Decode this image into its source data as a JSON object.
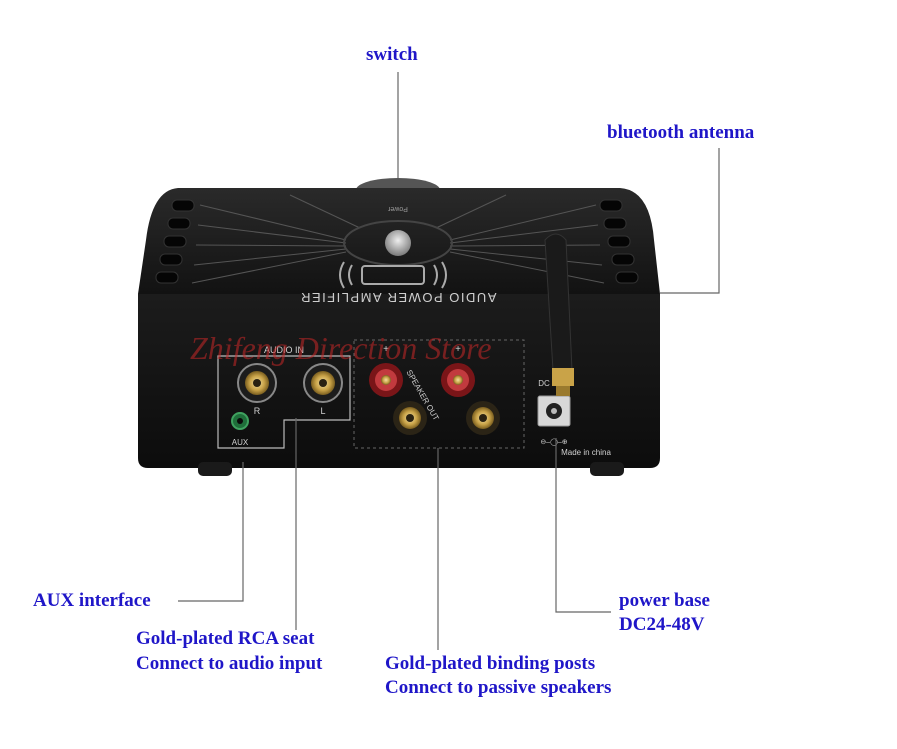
{
  "labels": {
    "switch": "switch",
    "antenna": "bluetooth antenna",
    "aux": "AUX interface",
    "rca_line1": "Gold-plated RCA seat",
    "rca_line2": "Connect to audio input",
    "posts_line1": "Gold-plated binding posts",
    "posts_line2": "Connect to passive speakers",
    "power_line1": "power base",
    "power_line2": "DC24-48V"
  },
  "device": {
    "top_text": "AUDIO POWER AMPLIFIER",
    "power_text": "Power",
    "audio_in": "AUDIO IN",
    "rca_r": "R",
    "rca_l": "L",
    "aux_label": "AUX",
    "speaker_out": "SPEAKER OUT",
    "plus": "+",
    "dc_label": "DC",
    "made_in": "Made in china",
    "dc_symbol": "⊖–◯–⊕"
  },
  "watermark": "Zhifeng Direction Store",
  "colors": {
    "label_blue": "#1f16c8",
    "device_black": "#141414",
    "gold": "#c9a348",
    "red_post": "#b8252b"
  }
}
